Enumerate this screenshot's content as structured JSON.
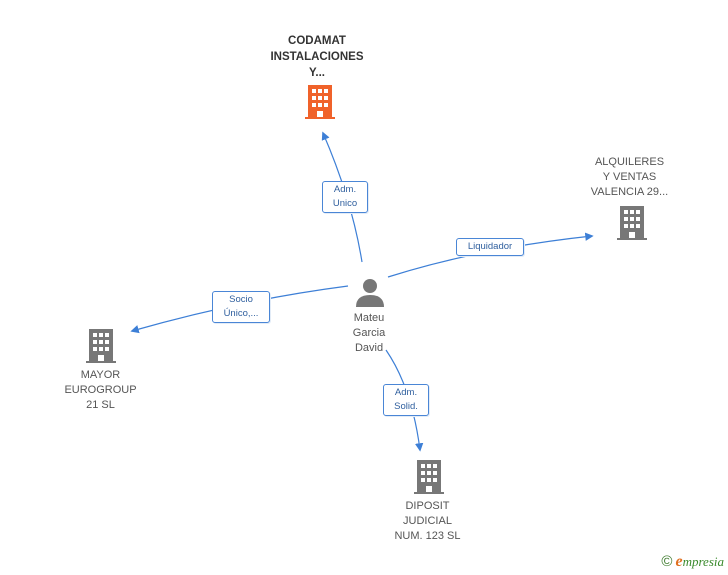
{
  "center": {
    "label": "Mateu\nGarcia\nDavid"
  },
  "nodes": {
    "top": {
      "label": "CODAMAT\nINSTALACIONES\nY...",
      "color": "#f0622a"
    },
    "right": {
      "label": "ALQUILERES\nY VENTAS\nVALENCIA 29...",
      "color": "#777777"
    },
    "left": {
      "label": "MAYOR\nEUROGROUP\n21 SL",
      "color": "#777777"
    },
    "bottom": {
      "label": "DIPOSIT\nJUDICIAL\nNUM. 123 SL",
      "color": "#777777"
    }
  },
  "edges": {
    "top": "Adm.\nUnico",
    "right": "Liquidador",
    "left": "Socio\nÚnico,...",
    "bottom": "Adm.\nSolid."
  },
  "footer": {
    "copyright_symbol": "©",
    "brand_initial": "e",
    "brand_rest": "mpresia"
  },
  "colors": {
    "edge": "#3d7fd6",
    "building": "#777777",
    "highlight": "#f0622a",
    "person": "#777777"
  }
}
